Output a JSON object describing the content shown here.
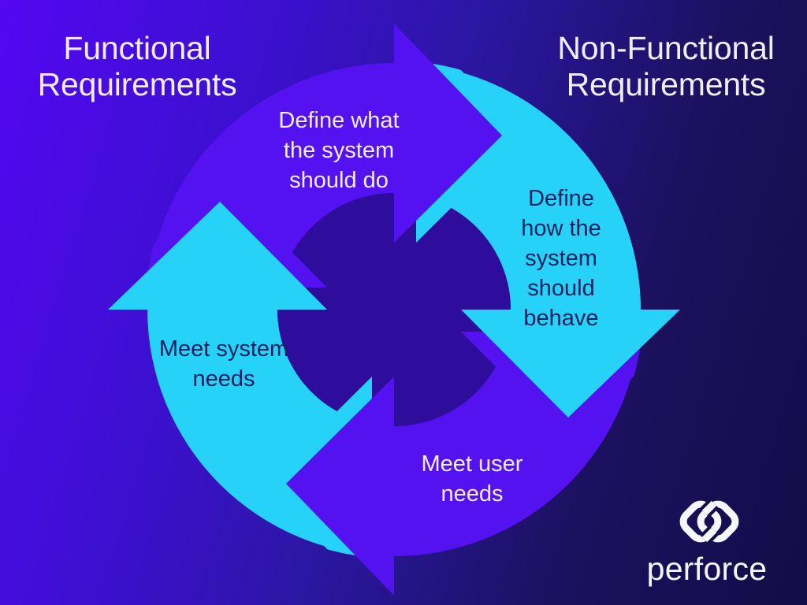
{
  "titles": {
    "functional": "Functional\nRequirements",
    "non_functional": "Non-Functional\nRequirements"
  },
  "cycle": {
    "description": "clockwise circular cycle of four arrows",
    "steps": [
      {
        "id": "define-what",
        "text": "Define what\nthe system\nshould do",
        "position": "top",
        "arrow_color": "purple",
        "text_color": "white"
      },
      {
        "id": "define-how",
        "text": "Define\nhow the\nsystem\nshould\nbehave",
        "position": "right",
        "arrow_color": "cyan",
        "text_color": "navy"
      },
      {
        "id": "meet-user",
        "text": "Meet user\nneeds",
        "position": "bottom",
        "arrow_color": "purple",
        "text_color": "white"
      },
      {
        "id": "meet-system",
        "text": "Meet system\nneeds",
        "position": "left",
        "arrow_color": "cyan",
        "text_color": "navy"
      }
    ]
  },
  "logo": {
    "wordmark": "perforce",
    "icon": "perforce-interlocked-links-icon"
  },
  "colors": {
    "purple_arrow": "#5512f0",
    "cyan_arrow": "#27d2f8",
    "center_hole": "#2e0d9d",
    "navy_text": "#14215f",
    "white_text": "#f2edfd",
    "logo_white": "#f7f5fd",
    "bg_top_left": "#5407f2",
    "bg_mid": "#2c16a5",
    "bg_bottom_right": "#120d47"
  }
}
